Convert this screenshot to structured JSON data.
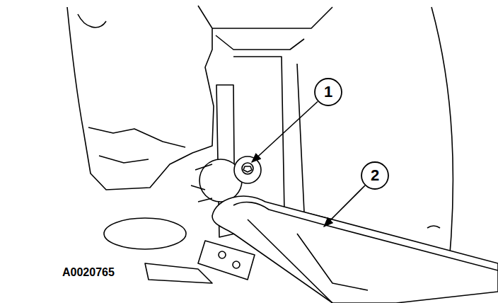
{
  "diagram": {
    "nodes": [
      {
        "text": [
          "1"
        ]
      },
      {
        "text": [
          "2"
        ]
      }
    ],
    "labels": [
      "A0020765"
    ]
  }
}
